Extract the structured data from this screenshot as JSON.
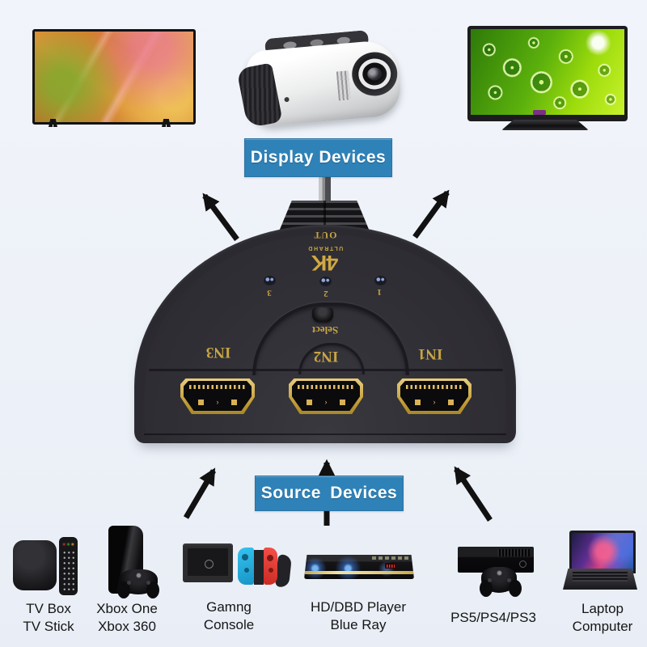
{
  "canvas": {
    "background": "#edf1f8"
  },
  "banners": {
    "display_label": "Display Devices",
    "source_label": "Source Devices",
    "color": "#2e82b8",
    "text_color": "#ffffff"
  },
  "hdmi_switch": {
    "out_label": "OUT",
    "brand_sub": "ULTRAHD",
    "brand_main": "4K",
    "select_label": "Select",
    "led_numbers": [
      "3",
      "2",
      "1"
    ],
    "port_labels": [
      "IN3",
      "IN2",
      "IN1"
    ],
    "body_color": "#2d2c31",
    "gold_color": "#c8a544",
    "port_chevron": "›"
  },
  "arrow_color": "#111111",
  "display_devices": [
    {
      "name": "television"
    },
    {
      "name": "projector"
    },
    {
      "name": "monitor"
    }
  ],
  "source_device_labels": [
    {
      "line1": "TV Box",
      "line2": "TV Stick"
    },
    {
      "line1": "Xbox One",
      "line2": "Xbox 360"
    },
    {
      "line1": "Gamng",
      "line2": "Console"
    },
    {
      "line1": "HD/DBD Player",
      "line2": "Blue Ray"
    },
    {
      "line1": "PS5/PS4/PS3",
      "line2": ""
    },
    {
      "line1": "Laptop",
      "line2": "Computer"
    }
  ]
}
